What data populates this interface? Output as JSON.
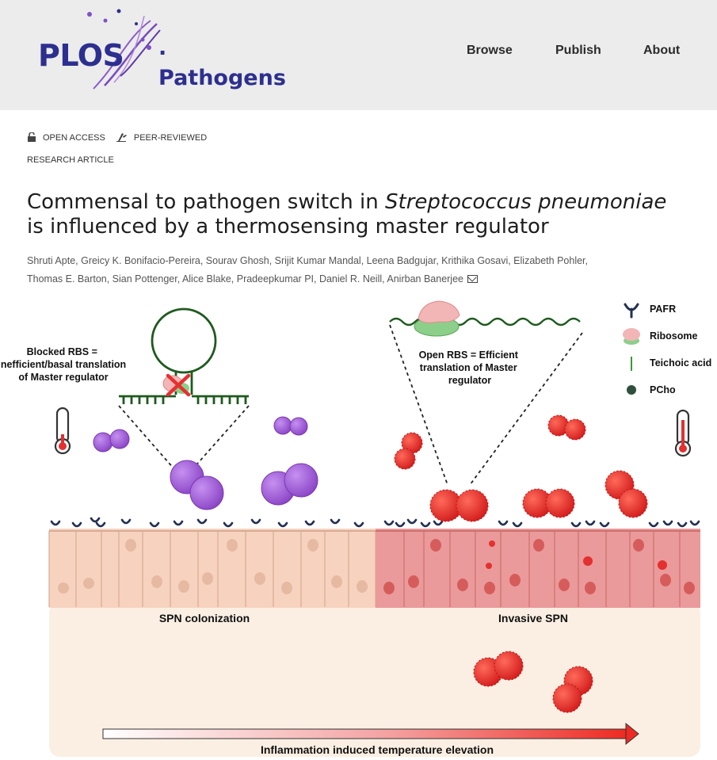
{
  "header": {
    "logo_org": "PLOS",
    "logo_journal": "Pathogens",
    "nav": [
      "Browse",
      "Publish",
      "About"
    ]
  },
  "badges": {
    "open_access": "OPEN ACCESS",
    "peer_reviewed": "PEER-REVIEWED"
  },
  "article": {
    "type": "RESEARCH ARTICLE",
    "title_part1": "Commensal to pathogen switch in ",
    "title_italic": "Streptococcus pneumoniae",
    "title_part2": "is influenced by a thermosensing master regulator",
    "authors_line1": "Shruti Apte,  Greicy K. Bonifacio-Pereira,  Sourav Ghosh,  Srijit Kumar Mandal,  Leena Badgujar,  Krithika Gosavi,  Elizabeth Pohler,",
    "authors_line2": "Thomas E. Barton,  Sian Pottenger,  Alice Blake,  Pradeepkumar PI,  Daniel R. Neill,  Anirban Banerjee"
  },
  "figure": {
    "blocked_rbs": [
      "Blocked RBS =",
      "Inefficient/basal translation",
      "of Master regulator"
    ],
    "open_rbs": [
      "Open RBS = Efficient",
      "translation of Master",
      "regulator"
    ],
    "legend": [
      "PAFR",
      "Ribosome",
      "Teichoic acid",
      "PCho"
    ],
    "colonization_label": "SPN colonization",
    "invasive_label": "Invasive SPN",
    "gradient_label": "Inflammation induced temperature elevation",
    "colors": {
      "pathogen_red": "#e53030",
      "commensal_purple": "#a05ad6",
      "rna_green": "#1f5a1f",
      "receptor_navy": "#233052",
      "tissue_peach": "#f7d3bf",
      "tissue_pink": "#ea9a9a"
    }
  }
}
